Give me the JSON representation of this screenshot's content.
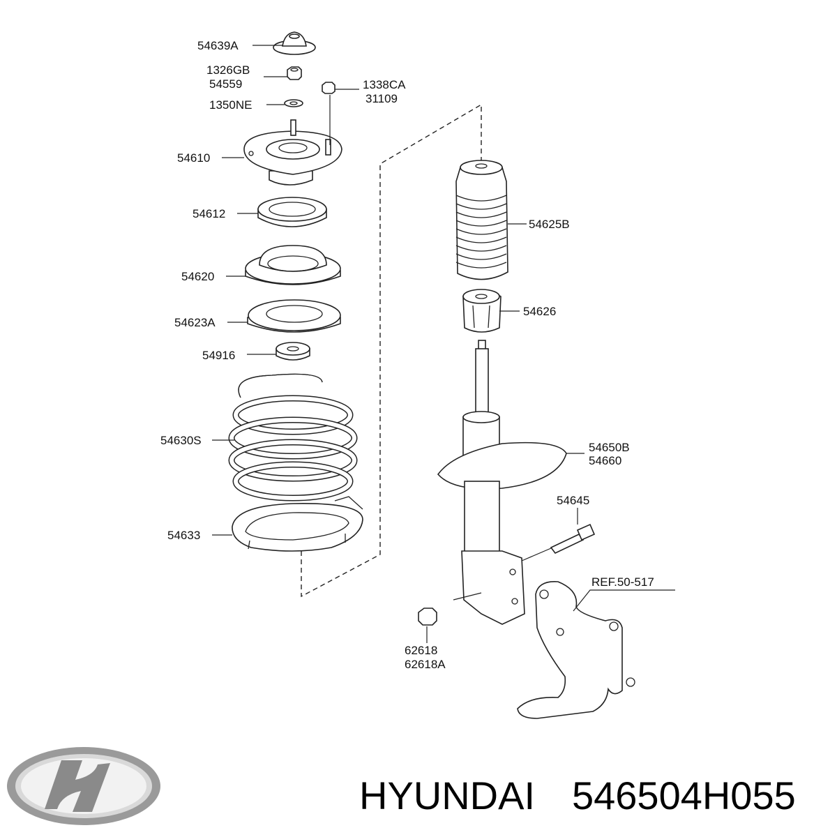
{
  "labels": {
    "p54639A": "54639A",
    "p1326GB": "1326GB",
    "p54559": "54559",
    "p1338CA": "1338CA",
    "p31109": "31109",
    "p1350NE": "1350NE",
    "p54610": "54610",
    "p54612": "54612",
    "p54620": "54620",
    "p54623A": "54623A",
    "p54916": "54916",
    "p54630S": "54630S",
    "p54633": "54633",
    "p54625B": "54625B",
    "p54626": "54626",
    "p54650B": "54650B",
    "p54660": "54660",
    "p54645": "54645",
    "ref": "REF.50-517",
    "p62618": "62618",
    "p62618A": "62618A"
  },
  "footer": {
    "brand": "HYUNDAI",
    "part_number": "546504H055"
  },
  "logo": {
    "icon": "hyundai-logo-icon",
    "color": "#8a8a8a"
  }
}
